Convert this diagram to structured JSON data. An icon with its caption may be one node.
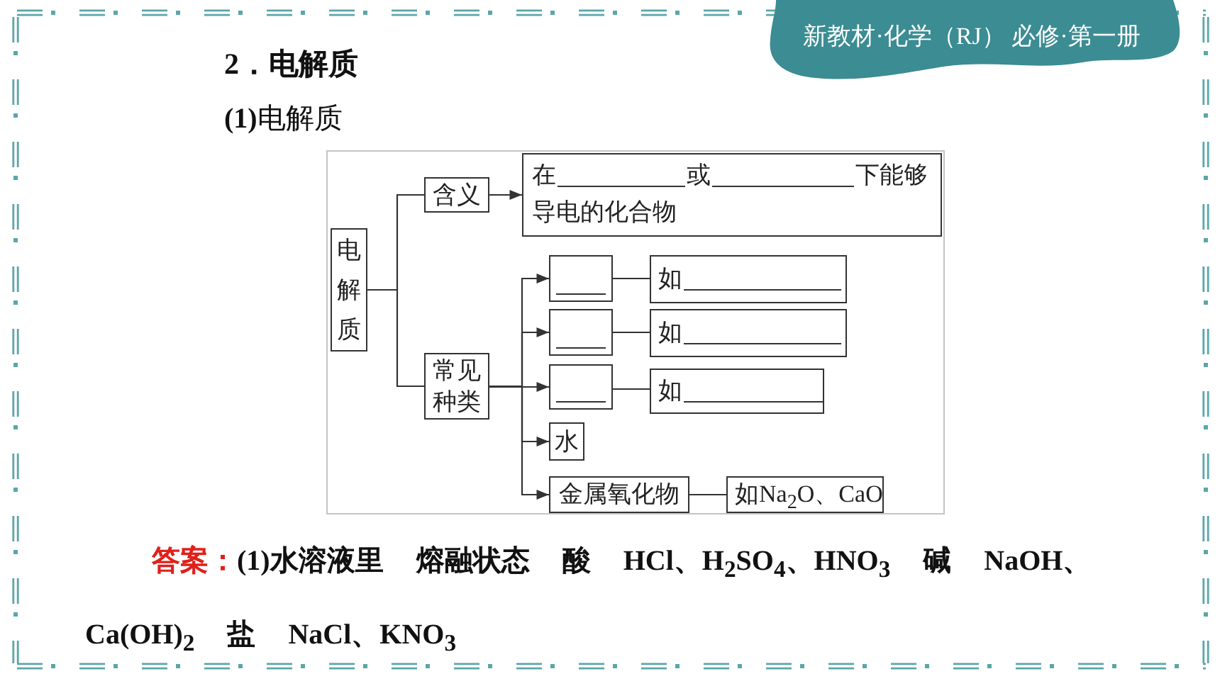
{
  "diagram": {
    "title": "2．电解质",
    "nodes": [
      {
        "text": [
          "电解质"
        ]
      },
      {
        "text": [
          "含义"
        ]
      },
      {
        "text": [
          "在",
          "或",
          "下能够",
          "导电的化合物"
        ]
      },
      {
        "text": [
          "常见种类"
        ]
      },
      {
        "text": [],
        "shape": "box"
      },
      {
        "text": [
          "如"
        ]
      },
      {
        "text": [],
        "shape": "box"
      },
      {
        "text": [
          "如"
        ]
      },
      {
        "text": [],
        "shape": "box"
      },
      {
        "text": [
          "如"
        ]
      },
      {
        "text": [
          "水"
        ]
      },
      {
        "text": [
          "金属氧化物"
        ]
      },
      {
        "text": [
          "如Na$_{2}$O、CaO"
        ]
      }
    ],
    "edges": [
      {
        "from": 0,
        "to": 1,
        "arrow": "none"
      },
      {
        "from": 0,
        "to": 3,
        "arrow": "none"
      },
      {
        "from": 1,
        "to": 2,
        "arrow": "to"
      },
      {
        "from": 3,
        "to": 4,
        "arrow": "to"
      },
      {
        "from": 3,
        "to": 6,
        "arrow": "to"
      },
      {
        "from": 3,
        "to": 8,
        "arrow": "to"
      },
      {
        "from": 3,
        "to": 10,
        "arrow": "to"
      },
      {
        "from": 3,
        "to": 11,
        "arrow": "to"
      },
      {
        "from": 4,
        "to": 5,
        "arrow": "none"
      },
      {
        "from": 6,
        "to": 7,
        "arrow": "none"
      },
      {
        "from": 8,
        "to": 9,
        "arrow": "none"
      },
      {
        "from": 11,
        "to": 12,
        "arrow": "none"
      }
    ],
    "labels": [
      "新教材·化学（RJ） 必修·第一册",
      "**(1)**电解质",
      "**答案：**(1)水溶液里 熔融状态 酸 HCl、H$_{2}$SO$_{4}$、HNO$_{3}$ 碱 NaOH、Ca(OH)$_{2}$ 盐 NaCl、KNO$_{3}$"
    ]
  }
}
